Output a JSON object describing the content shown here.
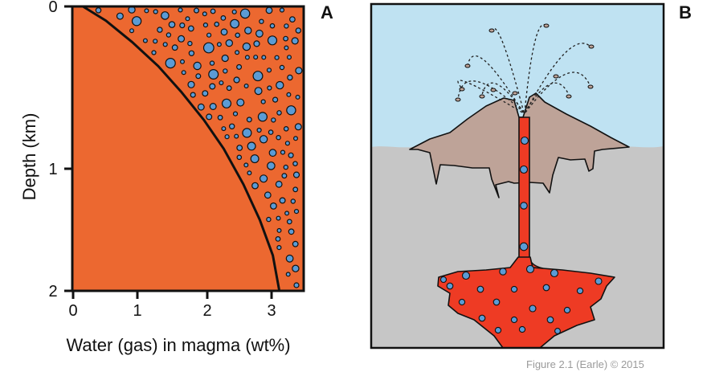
{
  "panel_a": {
    "label": "A",
    "x_axis_title": "Water (gas) in magma (wt%)",
    "y_axis_title": "Depth (km)",
    "x_ticks": [
      "0",
      "1",
      "2",
      "3"
    ],
    "y_ticks": [
      "0",
      "1",
      "2"
    ]
  },
  "panel_b": {
    "label": "B"
  },
  "credit": "Figure 2.1 (Earle) © 2015",
  "colors": {
    "magma": "#ec6830",
    "bubble": "#5b9bd5",
    "sky": "#bfe2f2",
    "crust": "#c6c6c6",
    "cone": "#bea398",
    "chamber": "#ee3b24",
    "outline": "#111111"
  },
  "chart_data": {
    "type": "area",
    "title": "",
    "xlabel": "Water (gas) in magma (wt%)",
    "ylabel": "Depth (km)",
    "xlim": [
      0,
      3.5
    ],
    "ylim": [
      2,
      0
    ],
    "series": [
      {
        "x": [
          0.15,
          0.5,
          0.9,
          1.3,
          1.65,
          2.0,
          2.3,
          2.6,
          2.85,
          3.05,
          3.15
        ],
        "y": [
          0,
          0.1,
          0.25,
          0.42,
          0.6,
          0.8,
          1.0,
          1.25,
          1.5,
          1.75,
          2.0
        ]
      }
    ]
  }
}
